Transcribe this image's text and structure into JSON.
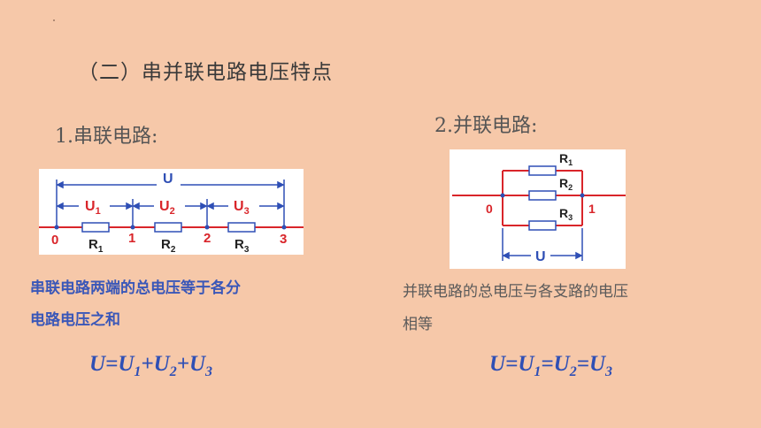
{
  "heading": "（二）串并联电路电压特点",
  "series": {
    "title": "1.串联电路:",
    "diagram": {
      "total": "U",
      "segments": [
        {
          "voltage": "U",
          "sub": "1",
          "resistor": "R",
          "rsub": "1"
        },
        {
          "voltage": "U",
          "sub": "2",
          "resistor": "R",
          "rsub": "2"
        },
        {
          "voltage": "U",
          "sub": "3",
          "resistor": "R",
          "rsub": "3"
        }
      ],
      "nodes": [
        "0",
        "1",
        "2",
        "3"
      ]
    },
    "description_line1": "串联电路两端的总电压等于各分",
    "description_line2": "电路电压之和",
    "formula": {
      "a": "U",
      "eq": "=",
      "b": "U",
      "b_sub": "1",
      "plus1": "+",
      "c": "U",
      "c_sub": "2",
      "plus2": "+",
      "d": "U",
      "d_sub": "3"
    }
  },
  "parallel": {
    "title": "2.并联电路:",
    "diagram": {
      "resistors": [
        {
          "label": "R",
          "sub": "1"
        },
        {
          "label": "R",
          "sub": "2"
        },
        {
          "label": "R",
          "sub": "3"
        }
      ],
      "nodes": [
        "0",
        "1"
      ],
      "total": "U"
    },
    "description_line1": "并联电路的总电压与各支路的电压",
    "description_line2": "相等",
    "formula": {
      "a": "U",
      "eq1": "=",
      "b": "U",
      "b_sub": "1",
      "eq2": "=",
      "c": "U",
      "c_sub": "2",
      "eq3": "=",
      "d": "U",
      "d_sub": "3"
    }
  },
  "colors": {
    "background": "#f6c8a9",
    "wire": "#d9252a",
    "annotation": "#2f4fb5",
    "resistor": "#2f4fb5"
  }
}
